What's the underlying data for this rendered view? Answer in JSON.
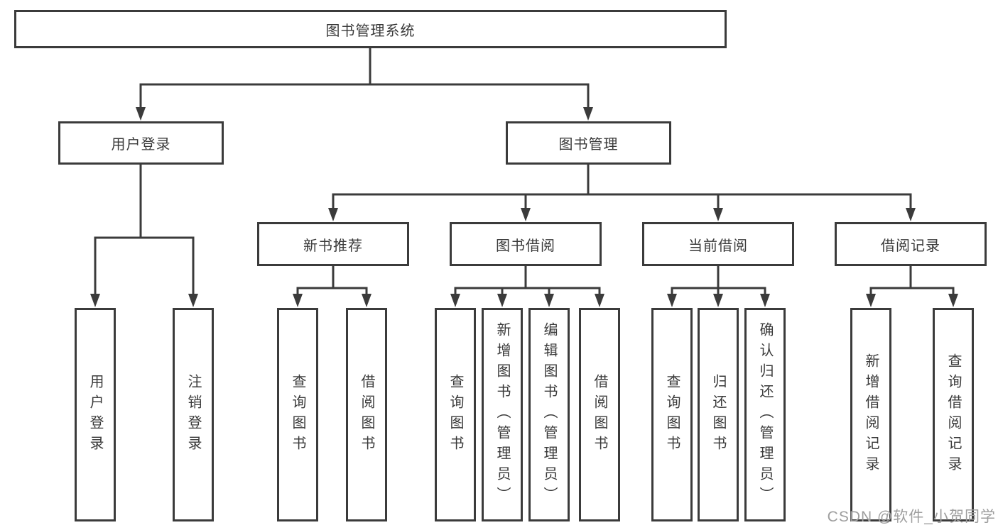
{
  "root": {
    "label": "图书管理系统"
  },
  "branches": {
    "user": {
      "label": "用户登录",
      "leaves": [
        {
          "label": "用户登录"
        },
        {
          "label": "注销登录"
        }
      ]
    },
    "books": {
      "label": "图书管理",
      "groups": [
        {
          "label": "新书推荐",
          "leaves": [
            {
              "label": "查询图书"
            },
            {
              "label": "借阅图书"
            }
          ]
        },
        {
          "label": "图书借阅",
          "leaves": [
            {
              "label": "查询图书"
            },
            {
              "label": "新增图书（管理员）"
            },
            {
              "label": "编辑图书（管理员）"
            },
            {
              "label": "借阅图书"
            }
          ]
        },
        {
          "label": "当前借阅",
          "leaves": [
            {
              "label": "查询图书"
            },
            {
              "label": "归还图书"
            },
            {
              "label": "确认归还（管理员）"
            }
          ]
        },
        {
          "label": "借阅记录",
          "leaves": [
            {
              "label": "新增借阅记录"
            },
            {
              "label": "查询借阅记录"
            }
          ]
        }
      ]
    }
  },
  "watermark": {
    "text": "CSDN @软件_小贺同学"
  },
  "colors": {
    "line": "#3b3b3b",
    "text": "#3a3a3a",
    "watermark": "#9e9e9e",
    "background": "#ffffff"
  }
}
